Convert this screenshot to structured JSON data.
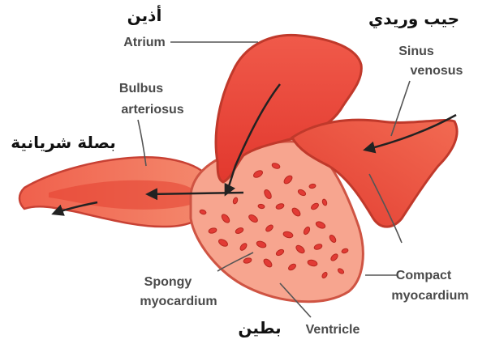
{
  "labels": {
    "atrium_ar": "أذين",
    "atrium": "Atrium",
    "sinus_ar": "جيب وريدي",
    "sinus_1": "Sinus",
    "sinus_2": "venosus",
    "bulbus_1": "Bulbus",
    "bulbus_2": "arteriosus",
    "bulbus_ar": "بصلة شريانية",
    "spongy_1": "Spongy",
    "spongy_2": "myocardium",
    "compact_1": "Compact",
    "compact_2": "myocardium",
    "ventricle_ar": "بطين",
    "ventricle": "Ventricle"
  },
  "colors": {
    "chamber_fill": "#e8453a",
    "ventricle_fill": "#f7a58f",
    "outline": "#c0392b",
    "spongy_blobs": "#e23b35",
    "leader_lines": "#555555",
    "flow_arrows": "#222222"
  }
}
